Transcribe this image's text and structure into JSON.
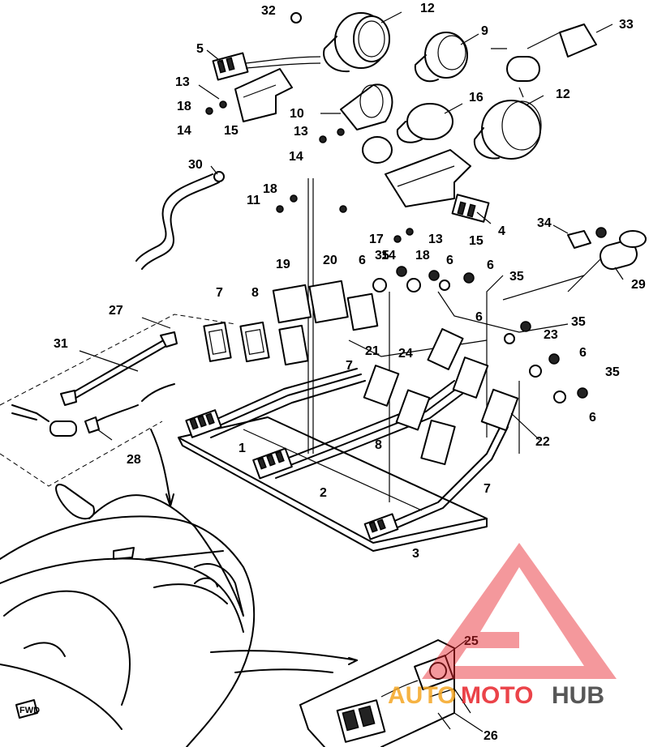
{
  "diagram": {
    "callouts": [
      "32",
      "12",
      "9",
      "33",
      "5",
      "13",
      "18",
      "14",
      "15",
      "10",
      "16",
      "12",
      "13",
      "14",
      "30",
      "18",
      "11",
      "4",
      "15",
      "13",
      "17",
      "14",
      "18",
      "34",
      "29",
      "19",
      "20",
      "6",
      "35",
      "6",
      "6",
      "35",
      "7",
      "8",
      "27",
      "6",
      "35",
      "23",
      "21",
      "24",
      "7",
      "6",
      "31",
      "35",
      "6",
      "8",
      "22",
      "28",
      "1",
      "7",
      "2",
      "3",
      "25",
      "26"
    ],
    "fwd_label": "FWD"
  },
  "watermark": {
    "brand_part1": "AUTO",
    "brand_part2": "MOTO",
    "brand_part3": "HUB",
    "color_red": "#e8232a",
    "color_orange": "#f5a623",
    "color_dark": "#3a3a3a"
  }
}
